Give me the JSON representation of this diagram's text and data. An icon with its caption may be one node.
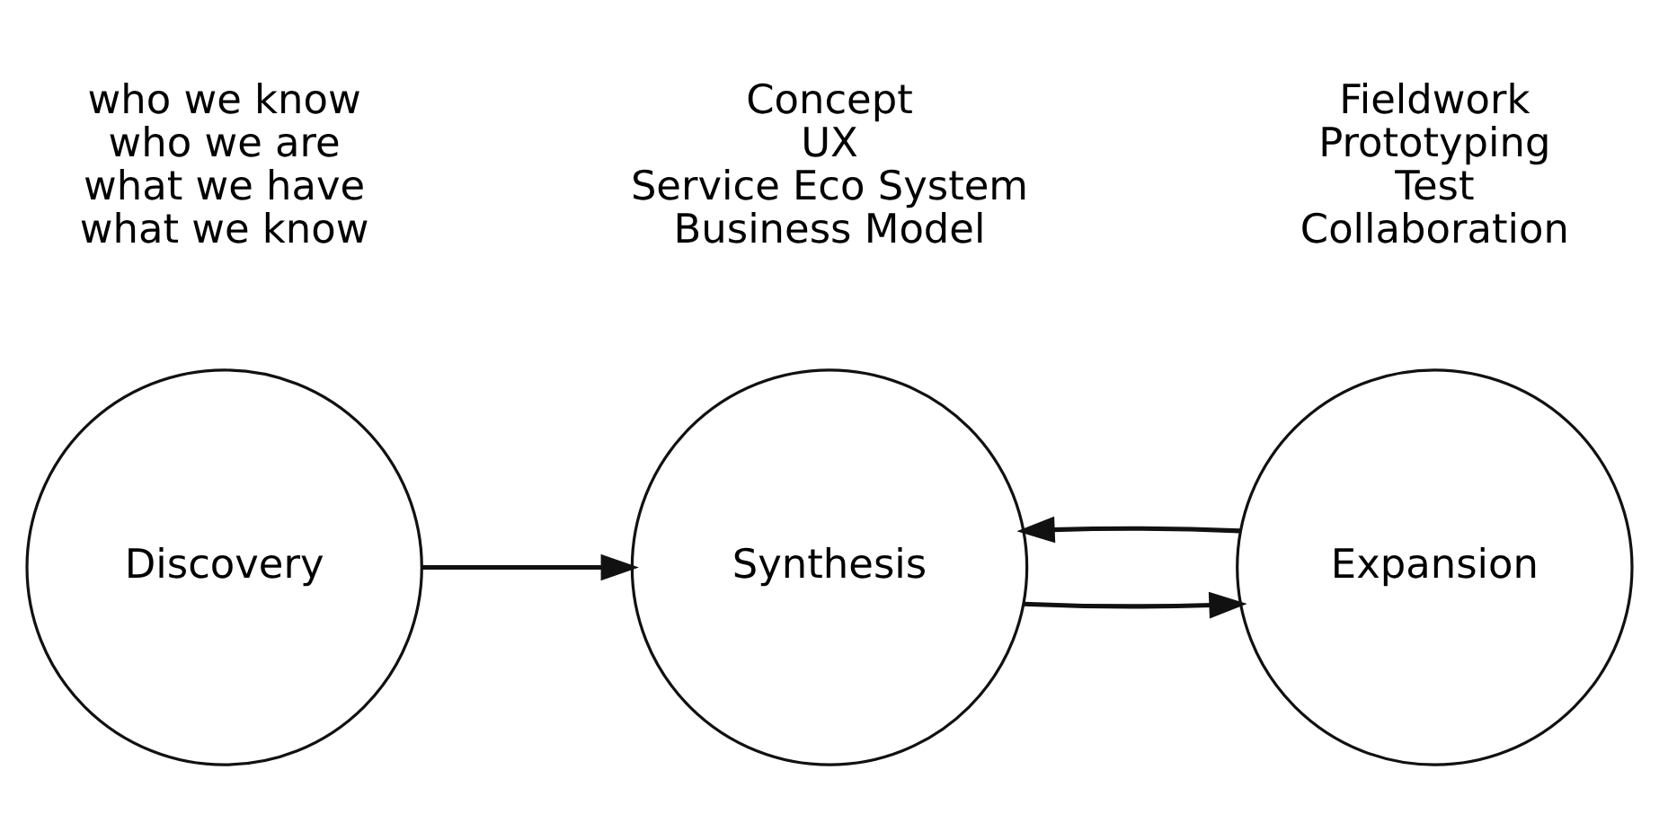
{
  "diagram": {
    "nodes": [
      {
        "text": [
          "Discovery"
        ],
        "beside": [
          "who we know",
          "who we are",
          "what we have",
          "what we know"
        ]
      },
      {
        "text": [
          "Synthesis"
        ],
        "beside": [
          "Concept",
          "UX",
          "Service Eco System",
          "Business Model"
        ]
      },
      {
        "text": [
          "Expansion"
        ],
        "beside": [
          "Fieldwork",
          "Prototyping",
          "Test",
          "Collaboration"
        ]
      }
    ],
    "edges": [
      {
        "from": 0,
        "to": 1,
        "arrow": "to"
      },
      {
        "from": 1,
        "to": 2,
        "arrow": "to"
      },
      {
        "from": 2,
        "to": 1,
        "arrow": "to"
      }
    ]
  }
}
